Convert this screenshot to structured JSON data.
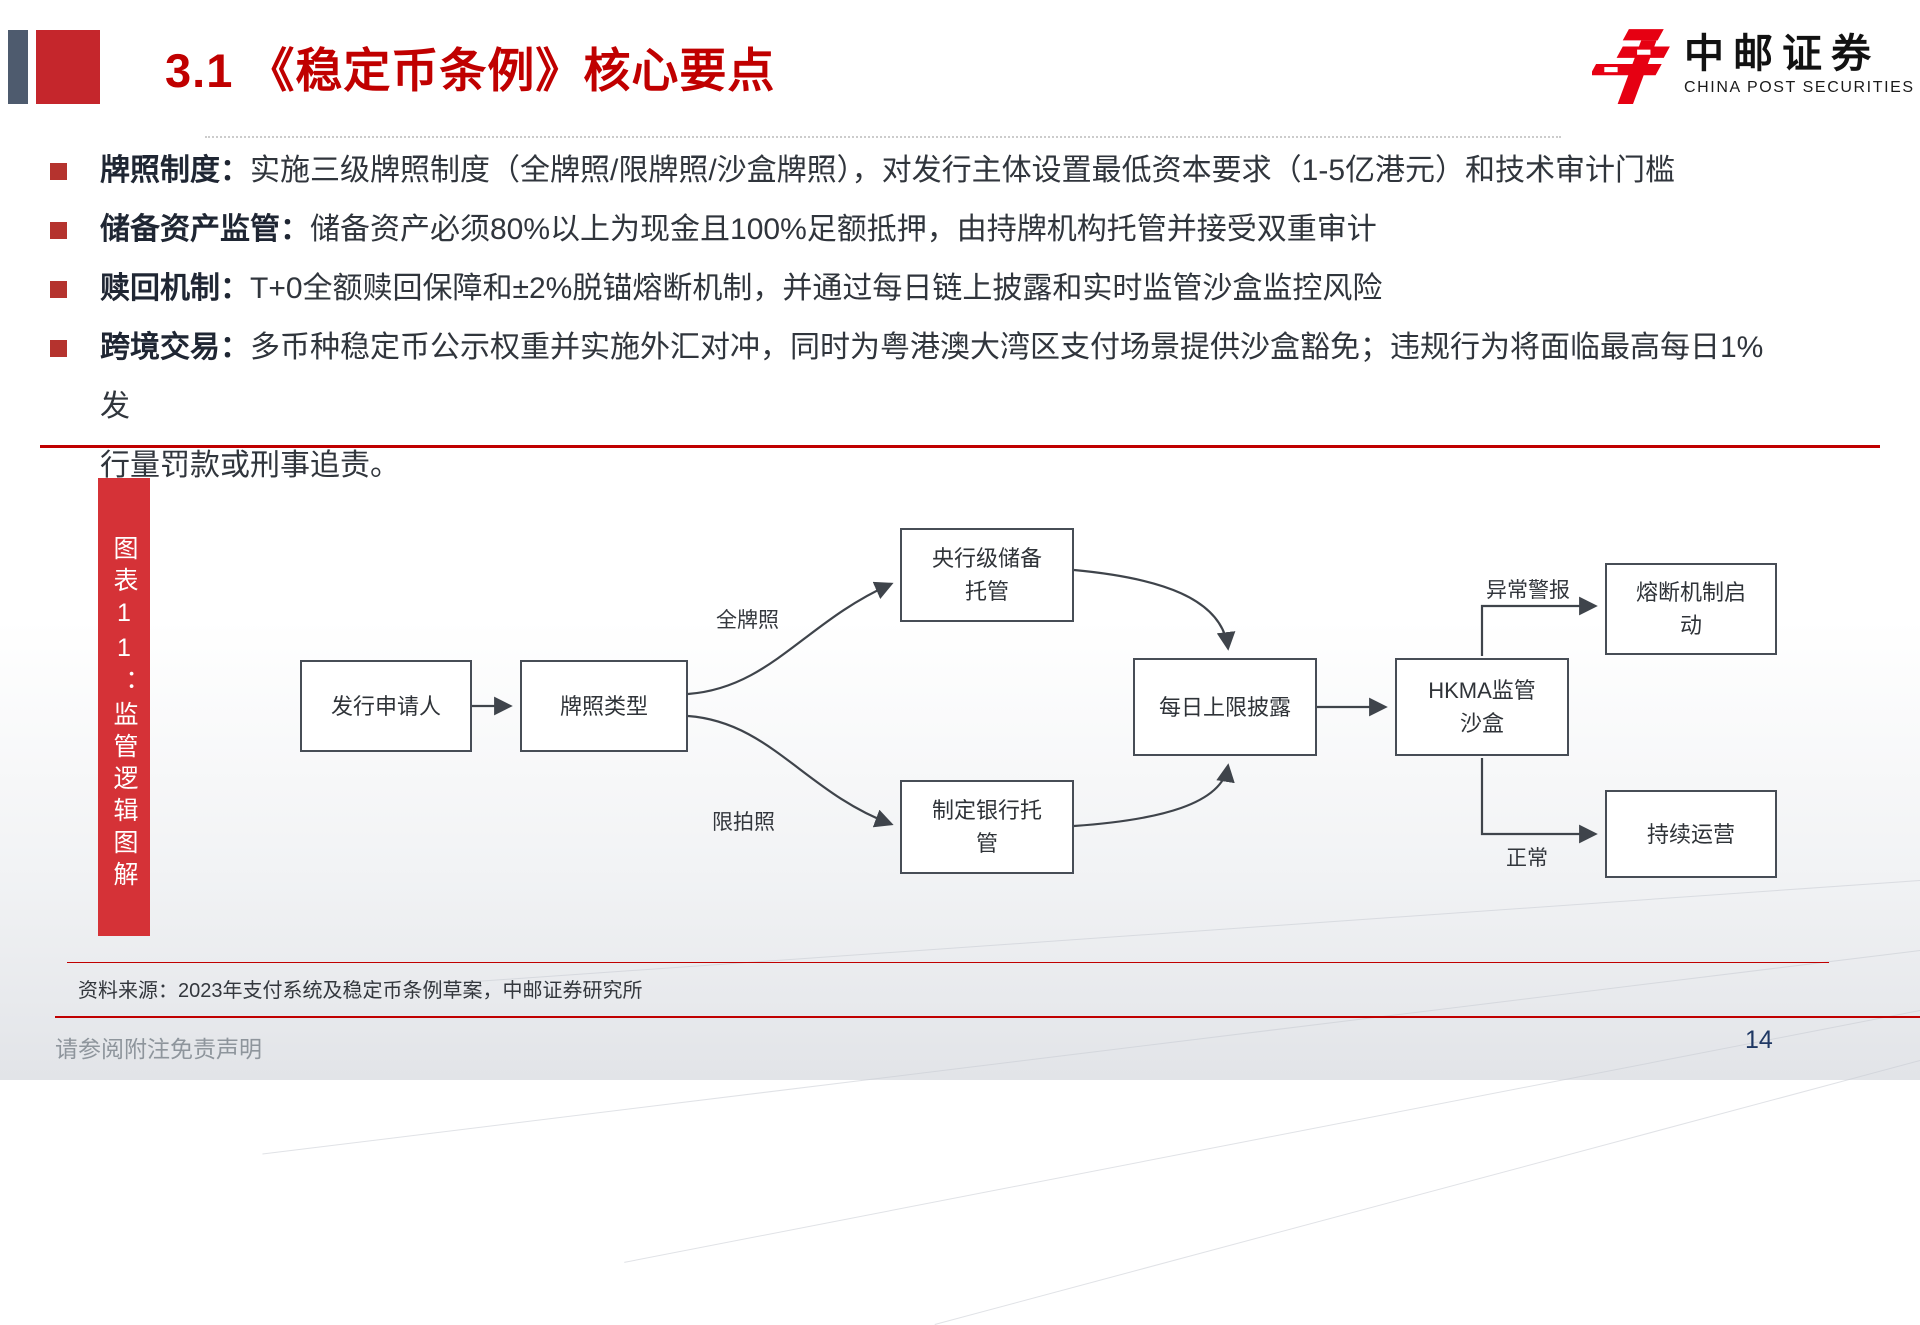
{
  "header": {
    "title": "3.1 《稳定币条例》核心要点",
    "logo_cn": "中邮证券",
    "logo_en": "CHINA POST SECURITIES"
  },
  "bullets": [
    {
      "label": "牌照制度：",
      "text": "实施三级牌照制度（全牌照/限牌照/沙盒牌照），对发行主体设置最低资本要求（1-5亿港元）和技术审计门槛"
    },
    {
      "label": "储备资产监管：",
      "text": "储备资产必须80%以上为现金且100%足额抵押，由持牌机构托管并接受双重审计"
    },
    {
      "label": "赎回机制：",
      "text": "T+0全额赎回保障和±2%脱锚熔断机制，并通过每日链上披露和实时监管沙盒监控风险"
    },
    {
      "label": "跨境交易：",
      "text": "多币种稳定币公示权重并实施外汇对冲，同时为粤港澳大湾区支付场景提供沙盒豁免；违规行为将面临最高每日1%发\n行量罚款或刑事追责。"
    }
  ],
  "figure": {
    "banner": "图表11：监管逻辑图解",
    "nodes": {
      "applicant": "发行申请人",
      "license_type": "牌照类型",
      "central_custody": "央行级储备\n托管",
      "bank_custody": "制定银行托\n管",
      "daily_disclosure": "每日上限披露",
      "hkma_sandbox": "HKMA监管\n沙盒",
      "circuit_breaker": "熔断机制启\n动",
      "continuous_operation": "持续运营"
    },
    "edge_labels": {
      "full_license": "全牌照",
      "limited_license": "限拍照",
      "abnormal_alert": "异常警报",
      "normal": "正常"
    }
  },
  "footer": {
    "source": "资料来源：2023年支付系统及稳定币条例草案，中邮证券研究所",
    "disclaimer": "请参阅附注免责声明",
    "page": "14"
  },
  "colors": {
    "accent_red": "#c00000",
    "banner_red": "#d53237",
    "bullet_red": "#b5332e",
    "logo_red": "#e60012",
    "page_blue": "#1f3864"
  }
}
